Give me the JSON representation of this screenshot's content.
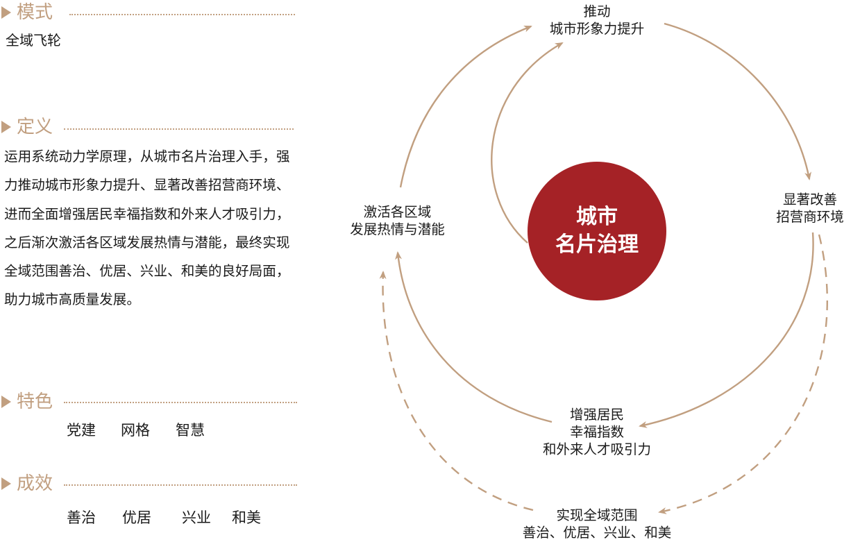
{
  "sections": {
    "mode": {
      "title": "模式",
      "content": "全域飞轮"
    },
    "definition": {
      "title": "定义",
      "content": "运用系统动力学原理，从城市名片治理入手，强力推动城市形象力提升、显著改善招营商环境、进而全面增强居民幸福指数和外来人才吸引力，之后渐次激活各区域发展热情与潜能，最终实现全域范围善治、优居、兴业、和美的良好局面，助力城市高质量发展。"
    },
    "features": {
      "title": "特色",
      "items": [
        "党建",
        "网格",
        "智慧"
      ]
    },
    "results": {
      "title": "成效",
      "items": [
        "善治",
        "优居",
        "兴业",
        "和美"
      ]
    }
  },
  "diagram": {
    "center": {
      "line1": "城市",
      "line2": "名片治理"
    },
    "top": {
      "line1": "推动",
      "line2": "城市形象力提升"
    },
    "right": {
      "line1": "显著改善",
      "line2": "招营商环境"
    },
    "bottom": {
      "line1": "增强居民",
      "line2": "幸福指数",
      "line3": "和外来人才吸引力"
    },
    "left": {
      "line1": "激活各区域",
      "line2": "发展热情与潜能"
    },
    "outer": {
      "line1": "实现全域范围",
      "line2": "善治、优居、兴业、和美"
    }
  },
  "colors": {
    "accent": "#c19f80",
    "center_fill": "#a52226",
    "arrow": "#c19f80"
  }
}
